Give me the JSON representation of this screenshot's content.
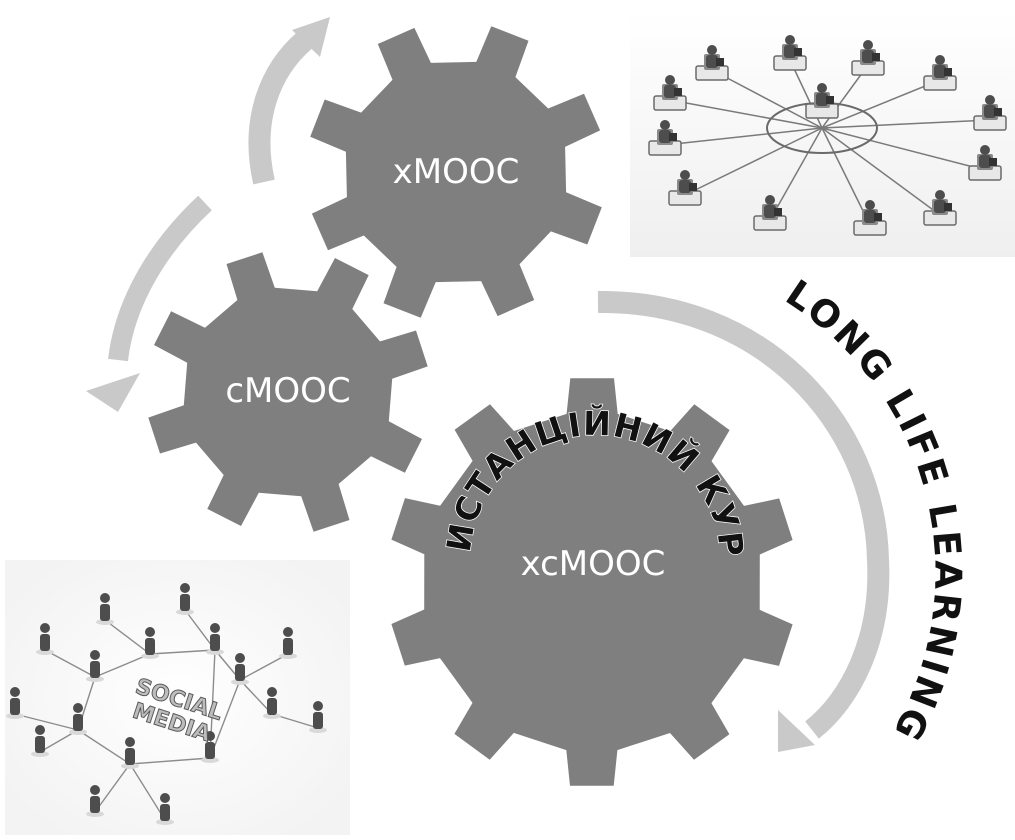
{
  "gears": {
    "xmooc": "xMOOC",
    "cmooc": "cMOOC",
    "xcmooc": "xcMOOC"
  },
  "curved_labels": {
    "distance_course": "ДИСТАНЦІЙНИЙ КУРС",
    "long_life_learning": "LONG LIFE LEARNING"
  },
  "social_media": {
    "line1": "SOCIAL",
    "line2": "MEDIA"
  },
  "colors": {
    "gear": "#7f7f7f",
    "arrow": "#c8c8c8",
    "text_on_gear": "#ffffff",
    "curved_text": "#111111"
  }
}
